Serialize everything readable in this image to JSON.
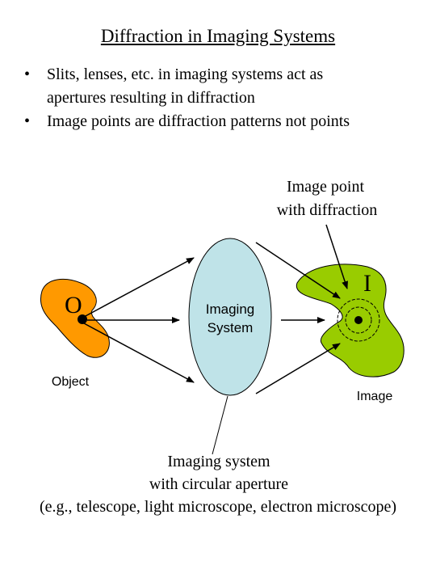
{
  "title": "Diffraction in Imaging Systems",
  "bullets": [
    {
      "marker": "•",
      "lines": [
        "Slits, lenses, etc. in imaging systems act as",
        "apertures resulting in diffraction"
      ]
    },
    {
      "marker": "•",
      "lines": [
        "Image points are diffraction patterns not points"
      ]
    }
  ],
  "diagram": {
    "image_point_callout": [
      "Image point",
      "with diffraction"
    ],
    "object_letter": "O",
    "object_label": "Object",
    "lens_label": [
      "Imaging",
      "System"
    ],
    "image_letter": "I",
    "image_label": "Image",
    "aperture_caption": [
      "Imaging system",
      "with circular aperture",
      "(e.g., telescope, light microscope, electron microscope)"
    ],
    "colors": {
      "object_fill": "#ff9900",
      "lens_fill": "#bfe3e8",
      "image_fill": "#99cc00",
      "stroke": "#000000"
    }
  }
}
